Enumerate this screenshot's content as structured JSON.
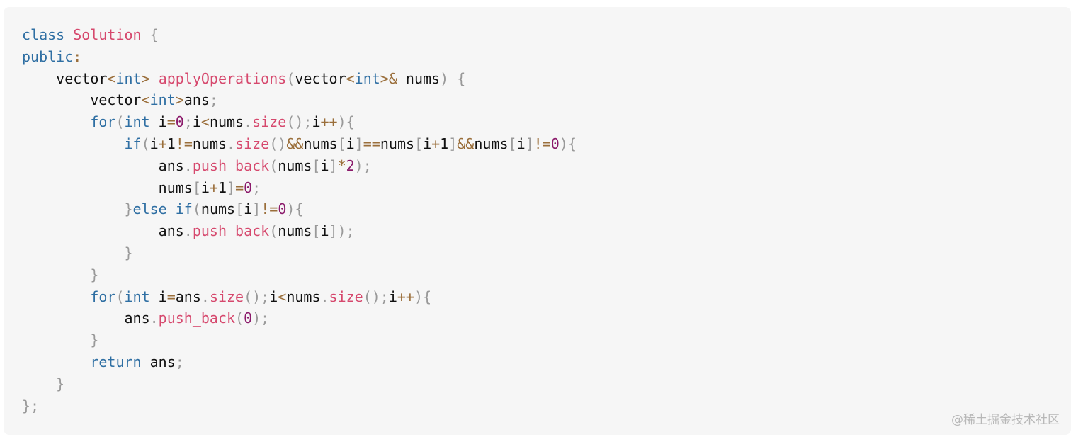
{
  "colors": {
    "background": "#f6f6f6",
    "keyword": "#2f6fa3",
    "class_name": "#d6486d",
    "function": "#d6486d",
    "number": "#8b1a6b",
    "operator": "#9a6e3a",
    "punctuation": "#999999",
    "identifier": "#111111"
  },
  "code": {
    "lines": [
      [
        [
          "kw",
          "class"
        ],
        [
          "id",
          " "
        ],
        [
          "cls",
          "Solution"
        ],
        [
          "id",
          " "
        ],
        [
          "pun",
          "{"
        ]
      ],
      [
        [
          "kw",
          "public"
        ],
        [
          "op",
          ":"
        ]
      ],
      [
        [
          "id",
          "    vector"
        ],
        [
          "op",
          "<"
        ],
        [
          "type",
          "int"
        ],
        [
          "op",
          ">"
        ],
        [
          "id",
          " "
        ],
        [
          "fn",
          "applyOperations"
        ],
        [
          "pun",
          "("
        ],
        [
          "id",
          "vector"
        ],
        [
          "op",
          "<"
        ],
        [
          "type",
          "int"
        ],
        [
          "op",
          ">&"
        ],
        [
          "id",
          " nums"
        ],
        [
          "pun",
          ")"
        ],
        [
          "id",
          " "
        ],
        [
          "pun",
          "{"
        ]
      ],
      [
        [
          "id",
          "        vector"
        ],
        [
          "op",
          "<"
        ],
        [
          "type",
          "int"
        ],
        [
          "op",
          ">"
        ],
        [
          "id",
          "ans"
        ],
        [
          "pun",
          ";"
        ]
      ],
      [
        [
          "id",
          "        "
        ],
        [
          "kw",
          "for"
        ],
        [
          "pun",
          "("
        ],
        [
          "type",
          "int"
        ],
        [
          "id",
          " i"
        ],
        [
          "op",
          "="
        ],
        [
          "num",
          "0"
        ],
        [
          "pun",
          ";"
        ],
        [
          "id",
          "i"
        ],
        [
          "op",
          "<"
        ],
        [
          "id",
          "nums"
        ],
        [
          "pun",
          "."
        ],
        [
          "fn",
          "size"
        ],
        [
          "pun",
          "();"
        ],
        [
          "id",
          "i"
        ],
        [
          "op",
          "++"
        ],
        [
          "pun",
          "){"
        ]
      ],
      [
        [
          "id",
          "            "
        ],
        [
          "kw",
          "if"
        ],
        [
          "pun",
          "("
        ],
        [
          "id",
          "i"
        ],
        [
          "op",
          "+"
        ],
        [
          "id",
          "1"
        ],
        [
          "op",
          "!="
        ],
        [
          "id",
          "nums"
        ],
        [
          "pun",
          "."
        ],
        [
          "fn",
          "size"
        ],
        [
          "pun",
          "()"
        ],
        [
          "op",
          "&&"
        ],
        [
          "id",
          "nums"
        ],
        [
          "pun",
          "["
        ],
        [
          "id",
          "i"
        ],
        [
          "pun",
          "]"
        ],
        [
          "op",
          "=="
        ],
        [
          "id",
          "nums"
        ],
        [
          "pun",
          "["
        ],
        [
          "id",
          "i"
        ],
        [
          "op",
          "+"
        ],
        [
          "id",
          "1"
        ],
        [
          "pun",
          "]"
        ],
        [
          "op",
          "&&"
        ],
        [
          "id",
          "nums"
        ],
        [
          "pun",
          "["
        ],
        [
          "id",
          "i"
        ],
        [
          "pun",
          "]"
        ],
        [
          "op",
          "!="
        ],
        [
          "num",
          "0"
        ],
        [
          "pun",
          "){"
        ]
      ],
      [
        [
          "id",
          "                ans"
        ],
        [
          "pun",
          "."
        ],
        [
          "fn",
          "push_back"
        ],
        [
          "pun",
          "("
        ],
        [
          "id",
          "nums"
        ],
        [
          "pun",
          "["
        ],
        [
          "id",
          "i"
        ],
        [
          "pun",
          "]"
        ],
        [
          "op",
          "*"
        ],
        [
          "num",
          "2"
        ],
        [
          "pun",
          ");"
        ]
      ],
      [
        [
          "id",
          "                nums"
        ],
        [
          "pun",
          "["
        ],
        [
          "id",
          "i"
        ],
        [
          "op",
          "+"
        ],
        [
          "id",
          "1"
        ],
        [
          "pun",
          "]"
        ],
        [
          "op",
          "="
        ],
        [
          "num",
          "0"
        ],
        [
          "pun",
          ";"
        ]
      ],
      [
        [
          "id",
          "            "
        ],
        [
          "pun",
          "}"
        ],
        [
          "kw",
          "else"
        ],
        [
          "id",
          " "
        ],
        [
          "kw",
          "if"
        ],
        [
          "pun",
          "("
        ],
        [
          "id",
          "nums"
        ],
        [
          "pun",
          "["
        ],
        [
          "id",
          "i"
        ],
        [
          "pun",
          "]"
        ],
        [
          "op",
          "!="
        ],
        [
          "num",
          "0"
        ],
        [
          "pun",
          "){"
        ]
      ],
      [
        [
          "id",
          "                ans"
        ],
        [
          "pun",
          "."
        ],
        [
          "fn",
          "push_back"
        ],
        [
          "pun",
          "("
        ],
        [
          "id",
          "nums"
        ],
        [
          "pun",
          "["
        ],
        [
          "id",
          "i"
        ],
        [
          "pun",
          "]);"
        ]
      ],
      [
        [
          "id",
          "            "
        ],
        [
          "pun",
          "}"
        ]
      ],
      [
        [
          "id",
          "        "
        ],
        [
          "pun",
          "}"
        ]
      ],
      [
        [
          "id",
          "        "
        ],
        [
          "kw",
          "for"
        ],
        [
          "pun",
          "("
        ],
        [
          "type",
          "int"
        ],
        [
          "id",
          " i"
        ],
        [
          "op",
          "="
        ],
        [
          "id",
          "ans"
        ],
        [
          "pun",
          "."
        ],
        [
          "fn",
          "size"
        ],
        [
          "pun",
          "();"
        ],
        [
          "id",
          "i"
        ],
        [
          "op",
          "<"
        ],
        [
          "id",
          "nums"
        ],
        [
          "pun",
          "."
        ],
        [
          "fn",
          "size"
        ],
        [
          "pun",
          "();"
        ],
        [
          "id",
          "i"
        ],
        [
          "op",
          "++"
        ],
        [
          "pun",
          "){"
        ]
      ],
      [
        [
          "id",
          "            ans"
        ],
        [
          "pun",
          "."
        ],
        [
          "fn",
          "push_back"
        ],
        [
          "pun",
          "("
        ],
        [
          "num",
          "0"
        ],
        [
          "pun",
          ");"
        ]
      ],
      [
        [
          "id",
          "        "
        ],
        [
          "pun",
          "}"
        ]
      ],
      [
        [
          "id",
          "        "
        ],
        [
          "kw",
          "return"
        ],
        [
          "id",
          " ans"
        ],
        [
          "pun",
          ";"
        ]
      ],
      [
        [
          "id",
          "    "
        ],
        [
          "pun",
          "}"
        ]
      ],
      [
        [
          "pun",
          "};"
        ]
      ]
    ]
  },
  "watermark": {
    "text": "@稀土掘金技术社区"
  }
}
